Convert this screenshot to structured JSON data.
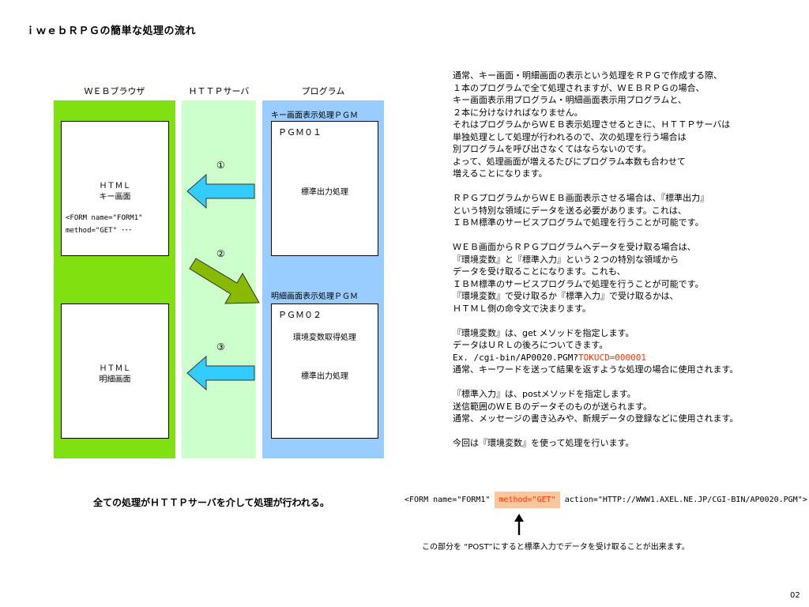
{
  "title": "ｉｗｅｂＲＰＧの簡単な処理の流れ",
  "columns": {
    "browser": "ＷＥＢブラウザ",
    "http": "ＨＴＴＰサーバ",
    "program": "プログラム"
  },
  "browser": {
    "box1": {
      "line1": "ＨＴＭＬ",
      "line2": "キー画面",
      "form1": "<FORM name=\"FORM1\"",
      "form2": "method=\"GET\" ･･･"
    },
    "box2": {
      "line1": "ＨＴＭＬ",
      "line2": "明細画面"
    }
  },
  "steps": [
    "①",
    "②",
    "③"
  ],
  "program": {
    "section1_label": "キー画面表示処理ＰＧＭ",
    "pgm1_name": "ＰＧＭ０１",
    "pgm1_step": "標準出力処理",
    "section2_label": "明細画面表示処理ＰＧＭ",
    "pgm2_name": "ＰＧＭ０２",
    "pgm2_step1": "環境変数取得処理",
    "pgm2_step2": "標準出力処理"
  },
  "explanation": {
    "para1": [
      "通常、キー画面・明細画面の表示という処理をＲＰＧで作成する際、",
      "１本のプログラムで全て処理されますが、ＷＥＢＲＰＧの場合、",
      "キー画面表示用プログラム・明細画面表示用プログラムと、",
      "２本に分けなければなりません。",
      "それはプログラムからＷＥＢ表示処理させるときに、ＨＴＴＰサーバは",
      "単独処理として処理が行われるので、次の処理を行う場合は",
      "別プログラムを呼び出さなくてはならないのです。",
      "よって、処理画面が増えるたびにプログラム本数も合わせて",
      "増えることになります。"
    ],
    "para2": [
      "ＲＰＧプログラムからＷＥＢ画面表示させる場合は、『標準出力』",
      "という特別な領域にデータを送る必要があります。これは、",
      "ＩＢＭ標準のサービスプログラムで処理を行うことが可能です。"
    ],
    "para3": [
      "ＷＥＢ画面からＲＰＧプログラムへデータを受け取る場合は、",
      "『環境変数』と『標準入力』という２つの特別な領域から",
      "データを受け取ることになります。これも、",
      "ＩＢＭ標準のサービスプログラムで処理を行うことが可能です。",
      "『環境変数』で受け取るか『標準入力』で受け取るかは、",
      "ＨＴＭＬ側の命令文で決まります。"
    ],
    "para4_line1": "『環境変数』は、get メソッドを指定します。",
    "para4_line2": "データはＵＲＬの後ろについてきます。",
    "para4_ex_prefix": "Ex. /cgi-bin/AP0020.PGM?",
    "para4_ex_param": "TOKUCD=000001",
    "para4_line4": "通常、キーワードを送って結果を返すような処理の場合に使用されます。",
    "para5": [
      "『標準入力』は、postメソッドを指定します。",
      "送信範囲のＷＥＢのデータそのものが送られます。",
      "通常、メッセージの書き込みや、新規データの登録などに使用されます。"
    ],
    "para6": "今回は『環境変数』を使って処理を行います。"
  },
  "bottom_note": "全ての処理がＨＴＴＰサーバを介して処理が行われる。",
  "code": {
    "prefix": "<FORM name=\"FORM1\"",
    "method": "method=\"GET\"",
    "suffix": "action=\"HTTP://WWW1.AXEL.NE.JP/CGI-BIN/AP0020.PGM\">"
  },
  "caption": "この部分を “POST”にすると標準入力でデータを受け取ることが出来ます。",
  "page_number": "02",
  "colors": {
    "browser_col": "#80e010",
    "http_col": "#ccffcc",
    "program_col": "#99ccff",
    "arrow_left": "#33ccff",
    "arrow_diag": "#88bb00",
    "highlight": "#fcc69c",
    "accent_red": "#ff3300"
  }
}
